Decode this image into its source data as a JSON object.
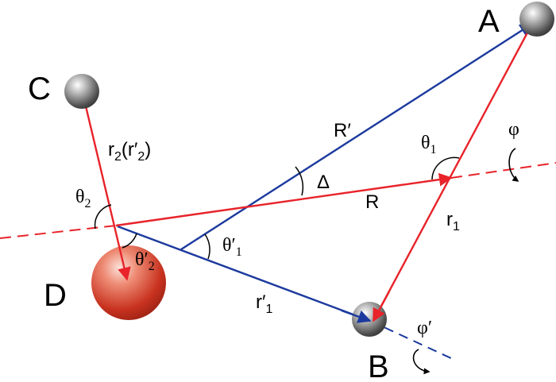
{
  "points": {
    "A": "A",
    "B": "B",
    "C": "C",
    "D": "D"
  },
  "labels": {
    "R_prime": "R′",
    "R": "R",
    "delta": "Δ",
    "r1": {
      "base": "r",
      "sub": "1"
    },
    "r1_prime": {
      "base": "r′",
      "sub": "1"
    },
    "r2": {
      "base": "r",
      "sub": "2",
      "paren": "(r′",
      "paren_sub": "2",
      "close": ")"
    },
    "theta1": {
      "base": "θ",
      "sub": "1"
    },
    "theta1_prime": {
      "base": "θ′",
      "sub": "1"
    },
    "theta2": {
      "base": "θ",
      "sub": "2"
    },
    "theta2_prime": {
      "base": "θ′",
      "sub": "2"
    },
    "phi": "φ",
    "phi_prime": "φ′"
  },
  "colors": {
    "red": "#e8232a",
    "blue": "#1c3a9e",
    "sphere_grey": "#777777",
    "sphere_red": "#d8392e"
  }
}
